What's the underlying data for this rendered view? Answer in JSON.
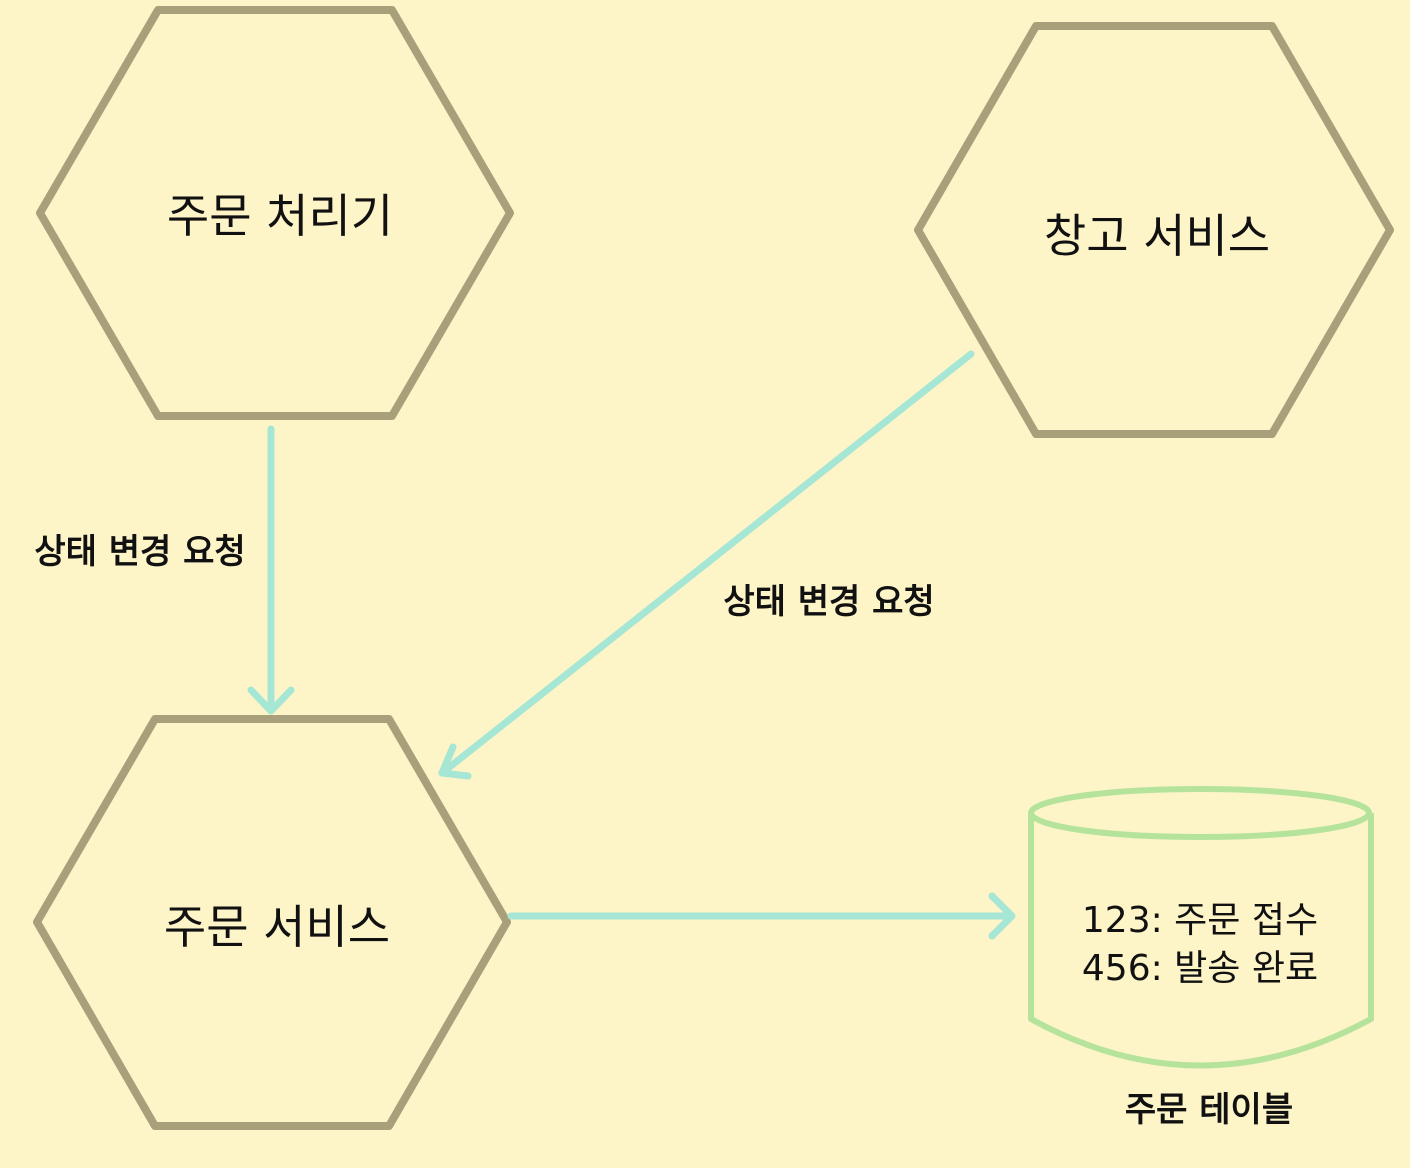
{
  "colors": {
    "background": "#fdf4c8",
    "hexagon_stroke": "#a8a07b",
    "arrow": "#a6e6d4",
    "database_stroke": "#b6e39c"
  },
  "nodes": {
    "order_processor": {
      "label": "주문 처리기"
    },
    "warehouse_service": {
      "label": "창고 서비스"
    },
    "order_service": {
      "label": "주문 서비스"
    }
  },
  "edges": {
    "processor_to_order": {
      "label": "상태 변경 요청"
    },
    "warehouse_to_order": {
      "label": "상태 변경 요청"
    }
  },
  "database": {
    "label": "주문 테이블",
    "rows": [
      "123: 주문 접수",
      "456: 발송 완료"
    ]
  }
}
